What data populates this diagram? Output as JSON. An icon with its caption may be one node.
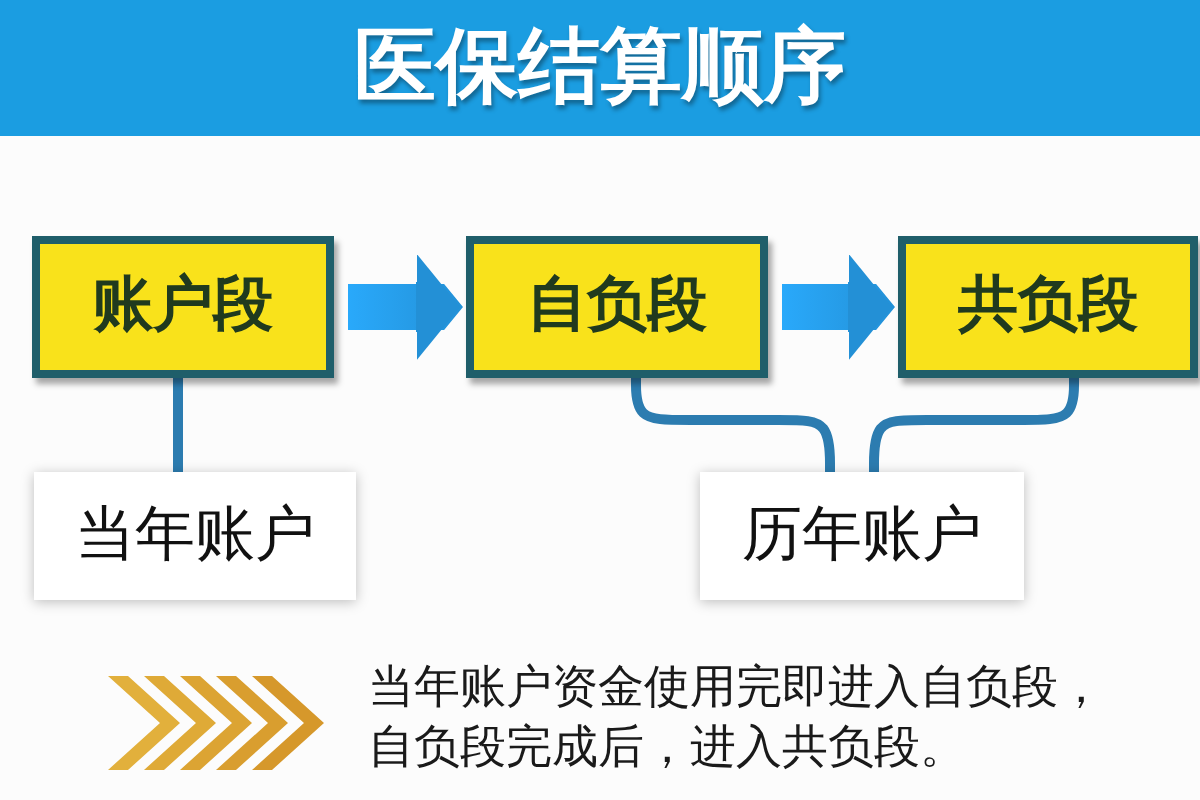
{
  "diagram": {
    "title": "医保结算顺序",
    "nodes": [
      {
        "text": [
          "账户段"
        ]
      },
      {
        "text": [
          "自负段"
        ]
      },
      {
        "text": [
          "共负段"
        ]
      },
      {
        "text": [
          "当年账户"
        ]
      },
      {
        "text": [
          "历年账户"
        ]
      }
    ],
    "edges": [
      {
        "from": 0,
        "to": 1,
        "arrow": "to",
        "style": "thick",
        "color": "#2390d6"
      },
      {
        "from": 1,
        "to": 2,
        "arrow": "to",
        "style": "thick",
        "color": "#2390d6"
      },
      {
        "from": 0,
        "to": 3,
        "arrow": "none"
      },
      {
        "from": 1,
        "to": 4,
        "arrow": "none"
      },
      {
        "from": 2,
        "to": 4,
        "arrow": "none"
      }
    ],
    "labels": [
      "当年账户资金使用完即进入自负段，自负段完成后，进入共负段。"
    ]
  }
}
